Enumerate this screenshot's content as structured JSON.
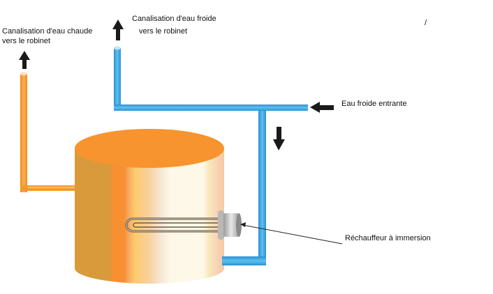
{
  "labels": {
    "hot_outlet_line1": "Canalisation d'eau chaude",
    "hot_outlet_line2": "vers le robinet",
    "cold_outlet_line1": "Canalisation d'eau froide",
    "cold_outlet_line2": "vers le robinet",
    "cold_inlet": "Eau froide entrante",
    "heater": "Réchauffeur à immersion",
    "stray_mark": "/"
  },
  "icons": {
    "hot_outlet_arrow": "arrow-up-icon",
    "cold_outlet_arrow": "arrow-up-icon",
    "cold_inlet_arrow": "arrow-left-icon",
    "cold_feed_arrow": "arrow-down-icon"
  },
  "colors": {
    "hot_pipe": "#F39A2E",
    "cold_pipe": "#3DA5E0",
    "tank_top": "#F7942F",
    "tank_side_dark": "#D89A3A",
    "tank_side_mid": "#F7942F",
    "tank_side_light": "#FDF7E4",
    "heater_metal": "#C8C8C8",
    "arrow": "#1A1A1A"
  }
}
